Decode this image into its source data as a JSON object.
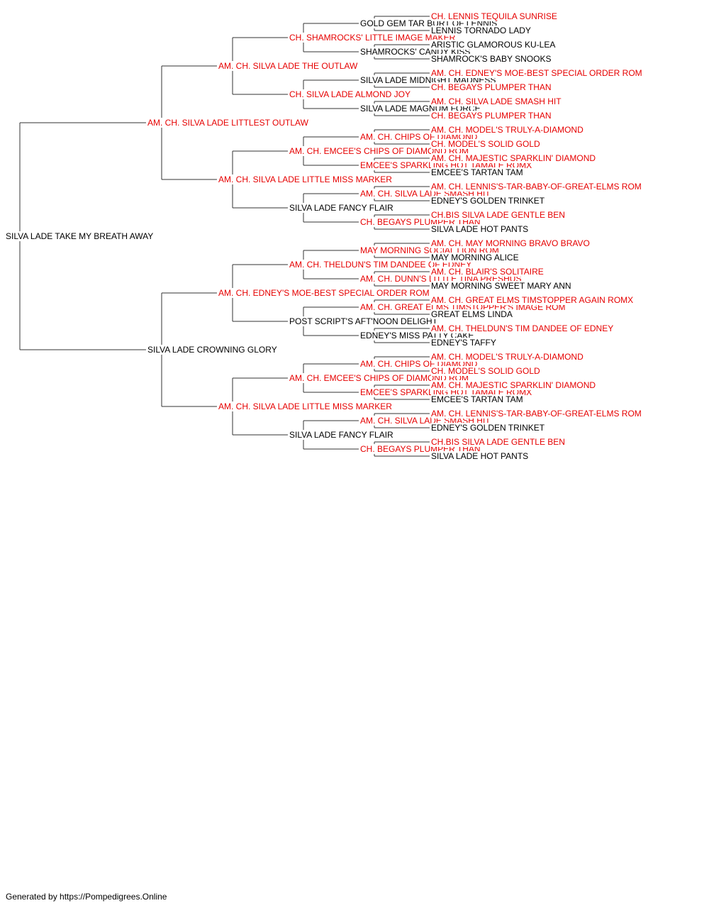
{
  "colors": {
    "champion": "#e60000",
    "normal": "#000000",
    "line": "#333333"
  },
  "pedigree": {
    "name": "SILVA LADE TAKE MY BREATH AWAY",
    "champion": false,
    "sire": {
      "name": "AM. CH. SILVA LADE LITTLEST OUTLAW",
      "champion": true,
      "sire": {
        "name": "AM. CH. SILVA LADE THE OUTLAW",
        "champion": true,
        "sire": {
          "name": "CH. SHAMROCKS' LITTLE IMAGE MAKER",
          "champion": true,
          "sire": {
            "name": "GOLD GEM TAR BURT OF LENNIS",
            "champion": false,
            "sire": {
              "name": "CH. LENNIS TEQUILA SUNRISE",
              "champion": true
            },
            "dam": {
              "name": "LENNIS TORNADO LADY",
              "champion": false
            }
          },
          "dam": {
            "name": "SHAMROCKS' CANDY KISS",
            "champion": false,
            "sire": {
              "name": "ARISTIC GLAMOROUS KU-LEA",
              "champion": false
            },
            "dam": {
              "name": "SHAMROCK'S BABY SNOOKS",
              "champion": false
            }
          }
        },
        "dam": {
          "name": "CH. SILVA LADE ALMOND JOY",
          "champion": true,
          "sire": {
            "name": "SILVA LADE MIDNIGHT MADNESS",
            "champion": false,
            "sire": {
              "name": "AM. CH. EDNEY'S MOE-BEST SPECIAL ORDER ROM",
              "champion": true
            },
            "dam": {
              "name": "CH. BEGAYS PLUMPER THAN",
              "champion": true
            }
          },
          "dam": {
            "name": "SILVA LADE MAGNUM FORCE",
            "champion": false,
            "sire": {
              "name": "AM. CH. SILVA LADE SMASH HIT",
              "champion": true
            },
            "dam": {
              "name": "CH. BEGAYS PLUMPER THAN",
              "champion": true
            }
          }
        }
      },
      "dam": {
        "name": "AM. CH. SILVA LADE LITTLE MISS MARKER",
        "champion": true,
        "sire": {
          "name": "AM. CH. EMCEE'S CHIPS OF DIAMOND ROM",
          "champion": true,
          "sire": {
            "name": "AM. CH. CHIPS OF DIAMOND",
            "champion": true,
            "sire": {
              "name": "AM. CH. MODEL'S TRULY-A-DIAMOND",
              "champion": true
            },
            "dam": {
              "name": "CH. MODEL'S SOLID GOLD",
              "champion": true
            }
          },
          "dam": {
            "name": "EMCEE'S SPARKLING HOT TAMALE ROMX",
            "champion": true,
            "sire": {
              "name": "AM. CH. MAJESTIC SPARKLIN' DIAMOND",
              "champion": true
            },
            "dam": {
              "name": "EMCEE'S TARTAN TAM",
              "champion": false
            }
          }
        },
        "dam": {
          "name": "SILVA LADE FANCY FLAIR",
          "champion": false,
          "sire": {
            "name": "AM. CH. SILVA LADE SMASH HIT",
            "champion": true,
            "sire": {
              "name": "AM. CH. LENNIS'S-TAR-BABY-OF-GREAT-ELMS ROM",
              "champion": true
            },
            "dam": {
              "name": "EDNEY'S GOLDEN TRINKET",
              "champion": false
            }
          },
          "dam": {
            "name": "CH. BEGAYS PLUMPER THAN",
            "champion": true,
            "sire": {
              "name": "CH.BIS SILVA LADE GENTLE BEN",
              "champion": true
            },
            "dam": {
              "name": "SILVA LADE HOT PANTS",
              "champion": false
            }
          }
        }
      }
    },
    "dam": {
      "name": "SILVA LADE CROWNING GLORY",
      "champion": false,
      "sire": {
        "name": "AM. CH. EDNEY'S MOE-BEST SPECIAL ORDER ROM",
        "champion": true,
        "sire": {
          "name": "AM. CH. THELDUN'S TIM DANDEE OF EDNEY",
          "champion": true,
          "sire": {
            "name": "MAY MORNING SOCIAL LION ROM",
            "champion": true,
            "sire": {
              "name": "AM. CH. MAY MORNING BRAVO BRAVO",
              "champion": true
            },
            "dam": {
              "name": "MAY MORNING ALICE",
              "champion": false
            }
          },
          "dam": {
            "name": "AM. CH. DUNN'S LITTLE TINA PRESHUS",
            "champion": true,
            "sire": {
              "name": "AM. CH. BLAIR'S SOLITAIRE",
              "champion": true
            },
            "dam": {
              "name": "MAY MORNING SWEET MARY ANN",
              "champion": false
            }
          }
        },
        "dam": {
          "name": "POST SCRIPT'S AFT'NOON DELIGHT",
          "champion": false,
          "sire": {
            "name": "AM. CH. GREAT ELMS TIMSTOPPER'S IMAGE ROM",
            "champion": true,
            "sire": {
              "name": "AM. CH. GREAT ELMS TIMSTOPPER AGAIN ROMX",
              "champion": true
            },
            "dam": {
              "name": "GREAT ELMS LINDA",
              "champion": false
            }
          },
          "dam": {
            "name": "EDNEY'S MISS PATTY CAKE",
            "champion": false,
            "sire": {
              "name": "AM. CH. THELDUN'S TIM DANDEE OF EDNEY",
              "champion": true
            },
            "dam": {
              "name": "EDNEY'S TAFFY",
              "champion": false
            }
          }
        }
      },
      "dam": {
        "name": "AM. CH. SILVA LADE LITTLE MISS MARKER",
        "champion": true,
        "sire": {
          "name": "AM. CH. EMCEE'S CHIPS OF DIAMOND ROM",
          "champion": true,
          "sire": {
            "name": "AM. CH. CHIPS OF DIAMOND",
            "champion": true,
            "sire": {
              "name": "AM. CH. MODEL'S TRULY-A-DIAMOND",
              "champion": true
            },
            "dam": {
              "name": "CH. MODEL'S SOLID GOLD",
              "champion": true
            }
          },
          "dam": {
            "name": "EMCEE'S SPARKLING HOT TAMALE ROMX",
            "champion": true,
            "sire": {
              "name": "AM. CH. MAJESTIC SPARKLIN' DIAMOND",
              "champion": true
            },
            "dam": {
              "name": "EMCEE'S TARTAN TAM",
              "champion": false
            }
          }
        },
        "dam": {
          "name": "SILVA LADE FANCY FLAIR",
          "champion": false,
          "sire": {
            "name": "AM. CH. SILVA LADE SMASH HIT",
            "champion": true,
            "sire": {
              "name": "AM. CH. LENNIS'S-TAR-BABY-OF-GREAT-ELMS ROM",
              "champion": true
            },
            "dam": {
              "name": "EDNEY'S GOLDEN TRINKET",
              "champion": false
            }
          },
          "dam": {
            "name": "CH. BEGAYS PLUMPER THAN",
            "champion": true,
            "sire": {
              "name": "CH.BIS SILVA LADE GENTLE BEN",
              "champion": true
            },
            "dam": {
              "name": "SILVA LADE HOT PANTS",
              "champion": false
            }
          }
        }
      }
    }
  },
  "footer": {
    "text": "Generated by https://Pompedigrees.Online"
  }
}
